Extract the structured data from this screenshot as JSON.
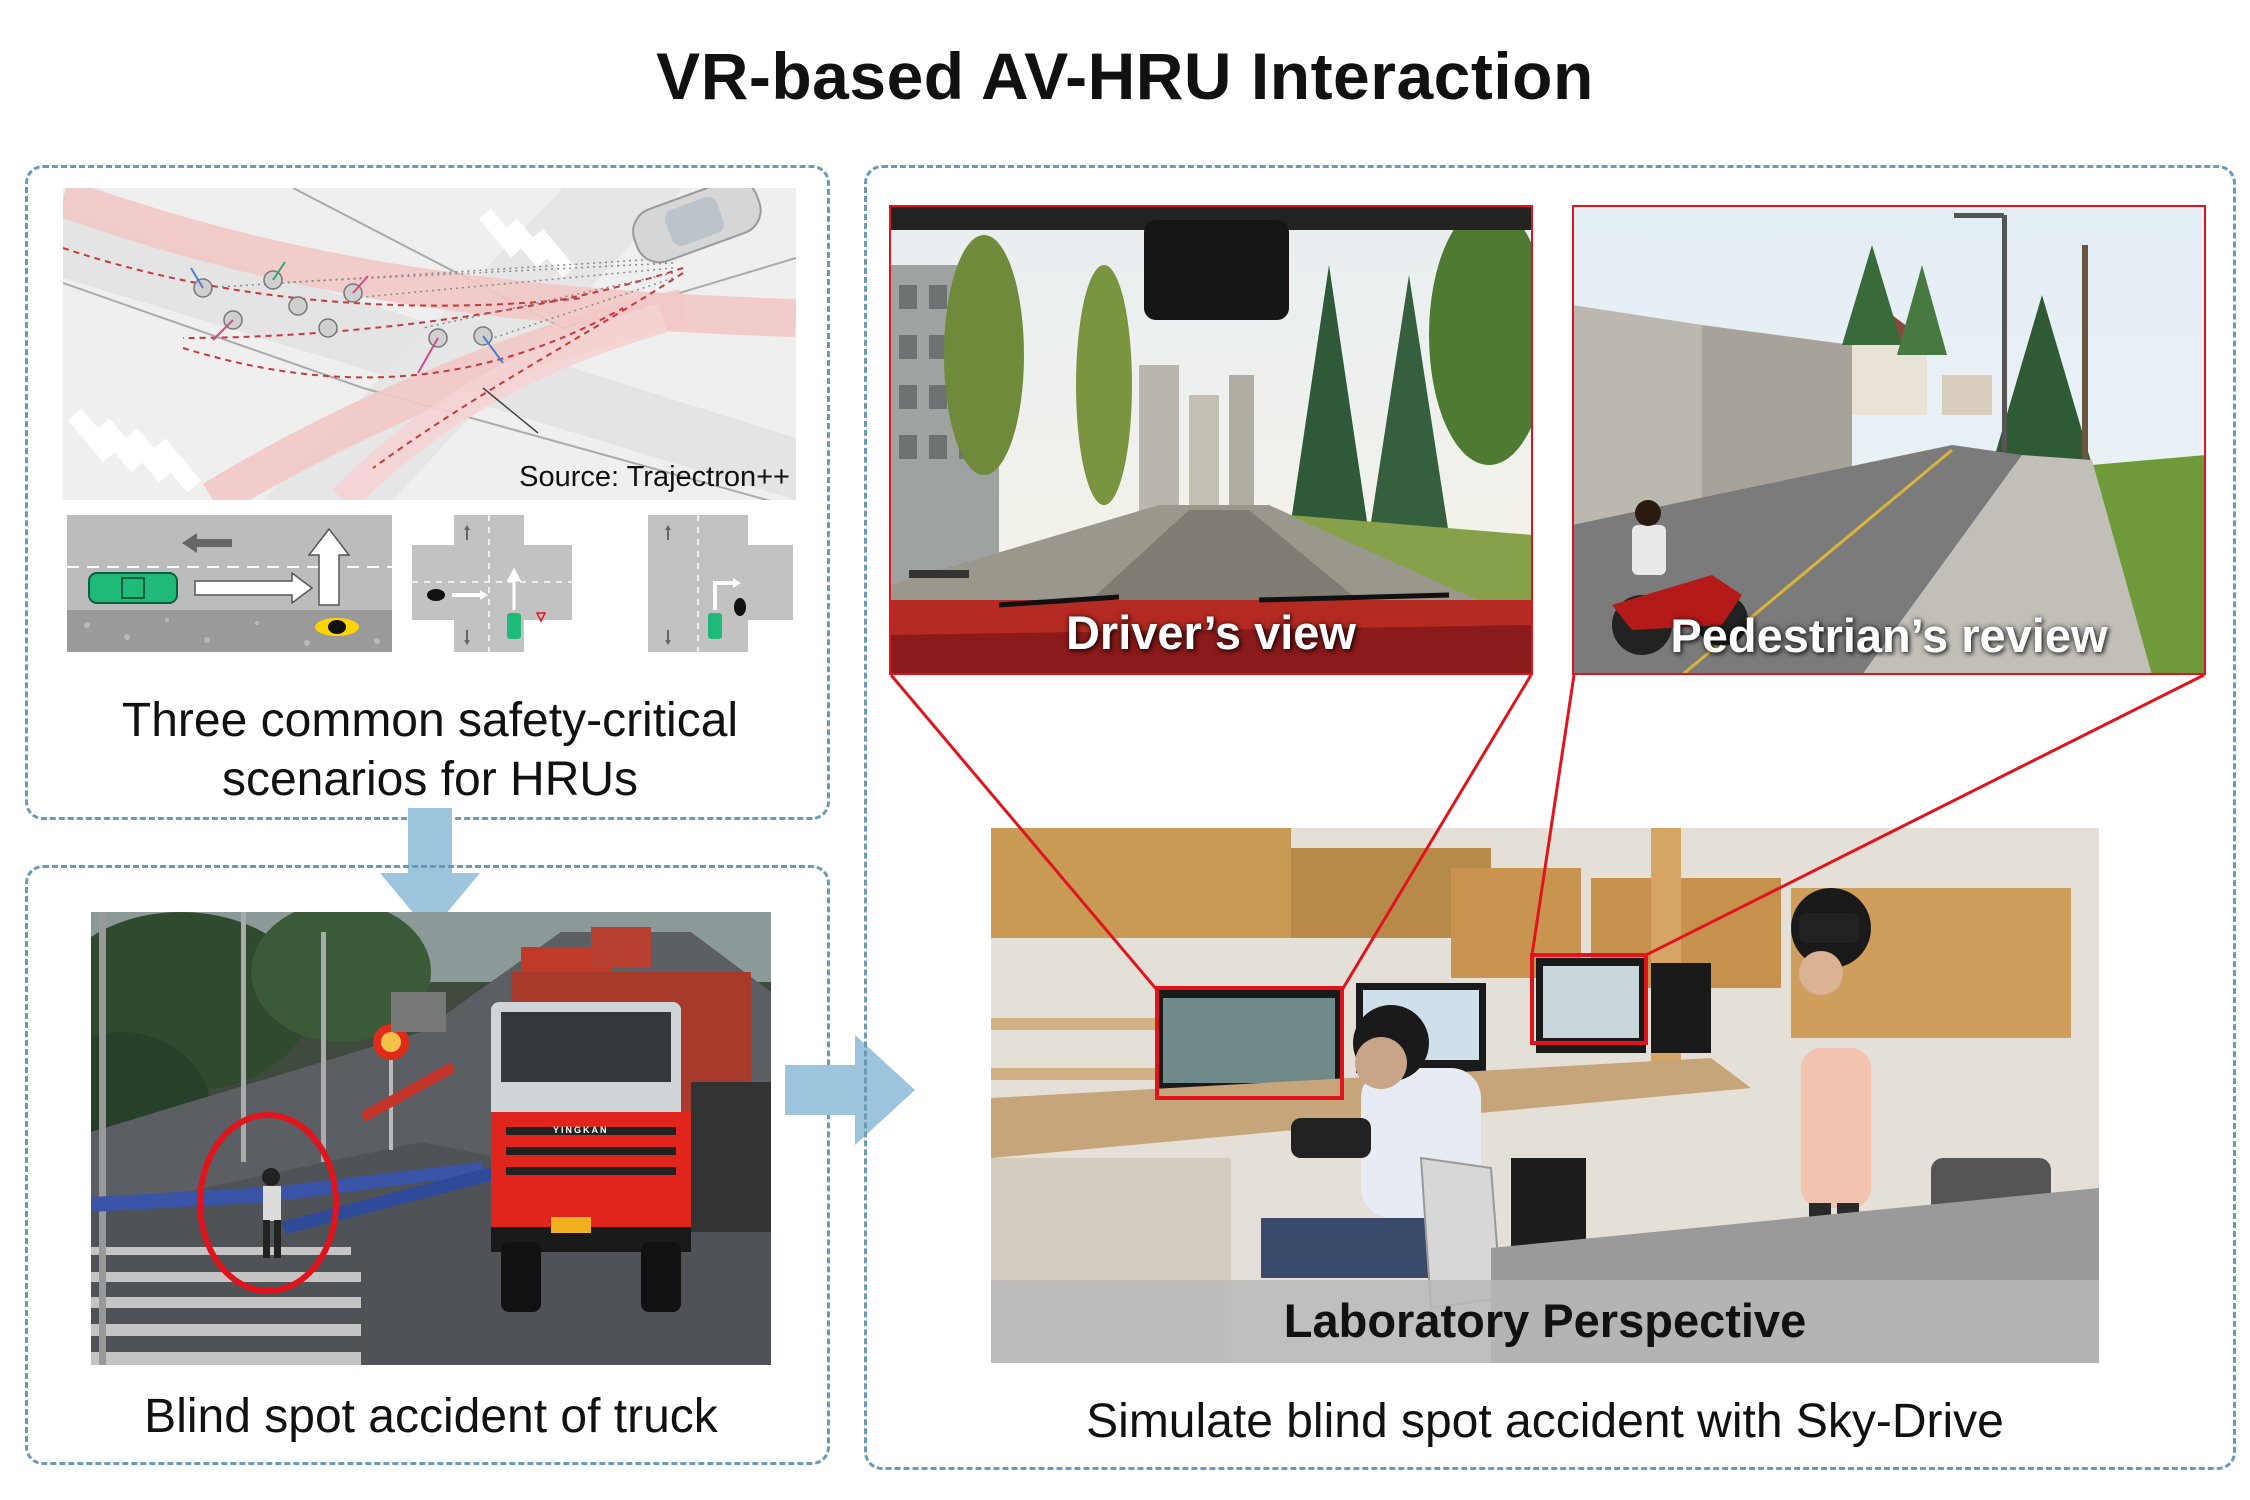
{
  "title": "VR-based AV-HRU Interaction",
  "scenarios_panel": {
    "source_label": "Source: Trajectron++",
    "caption": "Three common safety-critical scenarios for HRUs"
  },
  "accident_panel": {
    "caption": "Blind spot accident of truck",
    "truck_plate": "YINGKAN"
  },
  "simulation_panel": {
    "driver_view_label": "Driver’s view",
    "pedestrian_view_label": "Pedestrian’s review",
    "lab_label": "Laboratory Perspective",
    "caption": "Simulate blind spot accident with Sky-Drive"
  },
  "colors": {
    "panel_border": "#6b9ab8",
    "arrow": "#9cc4dc",
    "highlight": "#e0141c",
    "car_green": "#1fb97a"
  }
}
